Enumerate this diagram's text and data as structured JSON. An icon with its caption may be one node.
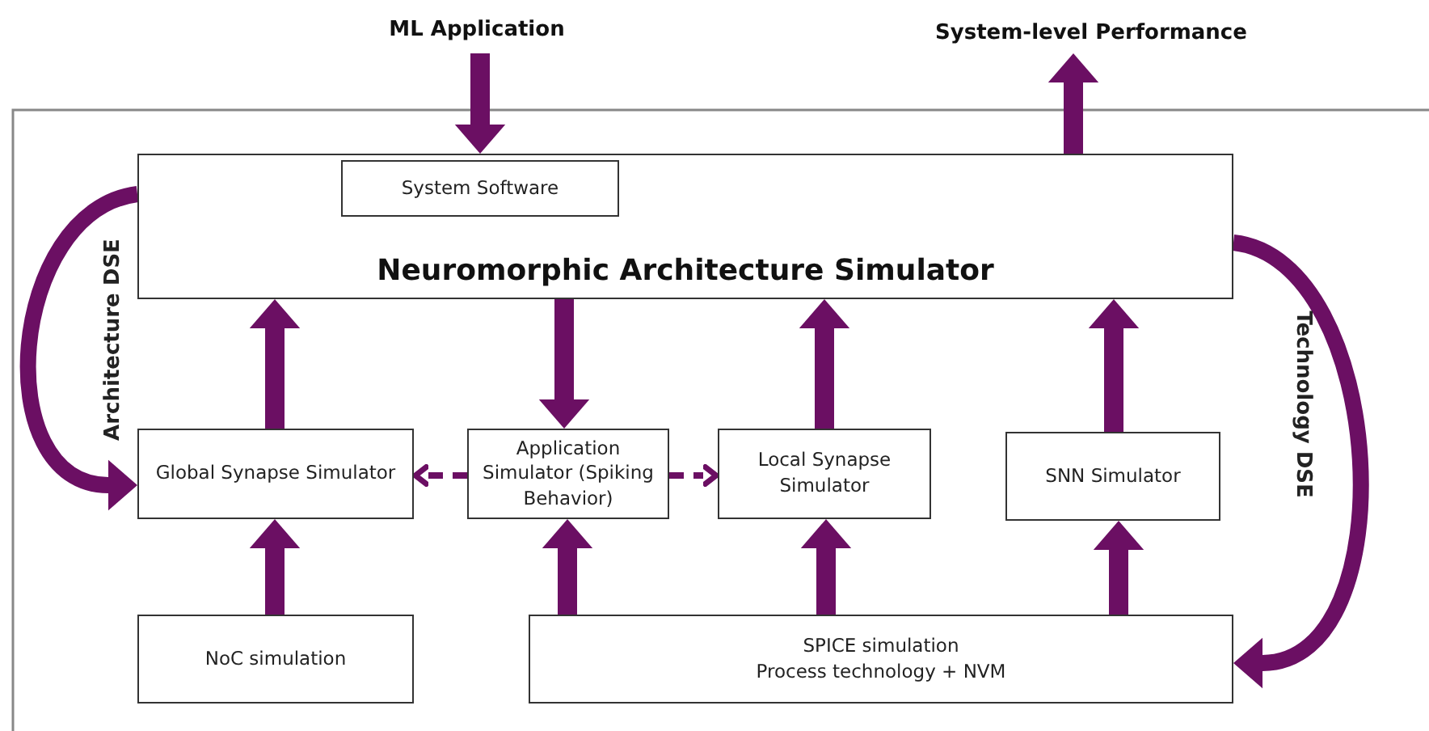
{
  "diagram": {
    "nodes": [
      {
        "text": [
          "ML Application"
        ]
      },
      {
        "text": [
          "System-level Performance"
        ]
      },
      {
        "text": [
          "Neuromorphic Architecture Simulator"
        ]
      },
      {
        "text": [
          "System Software"
        ],
        "in": 2
      },
      {
        "text": [
          "Global Synapse Simulator"
        ]
      },
      {
        "text": [
          "Application Simulator (Spiking Behavior)"
        ]
      },
      {
        "text": [
          "Local Synapse Simulator"
        ]
      },
      {
        "text": [
          "SNN Simulator"
        ]
      },
      {
        "text": [
          "NoC simulation"
        ]
      },
      {
        "text": [
          "SPICE simulation",
          "Process technology + NVM"
        ]
      }
    ],
    "edges": [
      {
        "from": 0,
        "to": 2,
        "arrow": "to"
      },
      {
        "from": 2,
        "to": 1,
        "arrow": "to"
      },
      {
        "from": 4,
        "to": 2,
        "arrow": "to"
      },
      {
        "from": 2,
        "to": 5,
        "arrow": "to"
      },
      {
        "from": 6,
        "to": 2,
        "arrow": "to"
      },
      {
        "from": 7,
        "to": 2,
        "arrow": "to"
      },
      {
        "from": 5,
        "to": 4,
        "arrow": "to",
        "style": "dashed"
      },
      {
        "from": 5,
        "to": 6,
        "arrow": "to",
        "style": "dashed"
      },
      {
        "from": 8,
        "to": 4,
        "arrow": "to"
      },
      {
        "from": 9,
        "to": 5,
        "arrow": "to"
      },
      {
        "from": 9,
        "to": 6,
        "arrow": "to"
      },
      {
        "from": 9,
        "to": 7,
        "arrow": "to"
      },
      {
        "from": 2,
        "to": 4,
        "arrow": "to",
        "label": "Architecture DSE"
      },
      {
        "from": 2,
        "to": 9,
        "arrow": "to",
        "label": "Technology DSE"
      }
    ]
  }
}
